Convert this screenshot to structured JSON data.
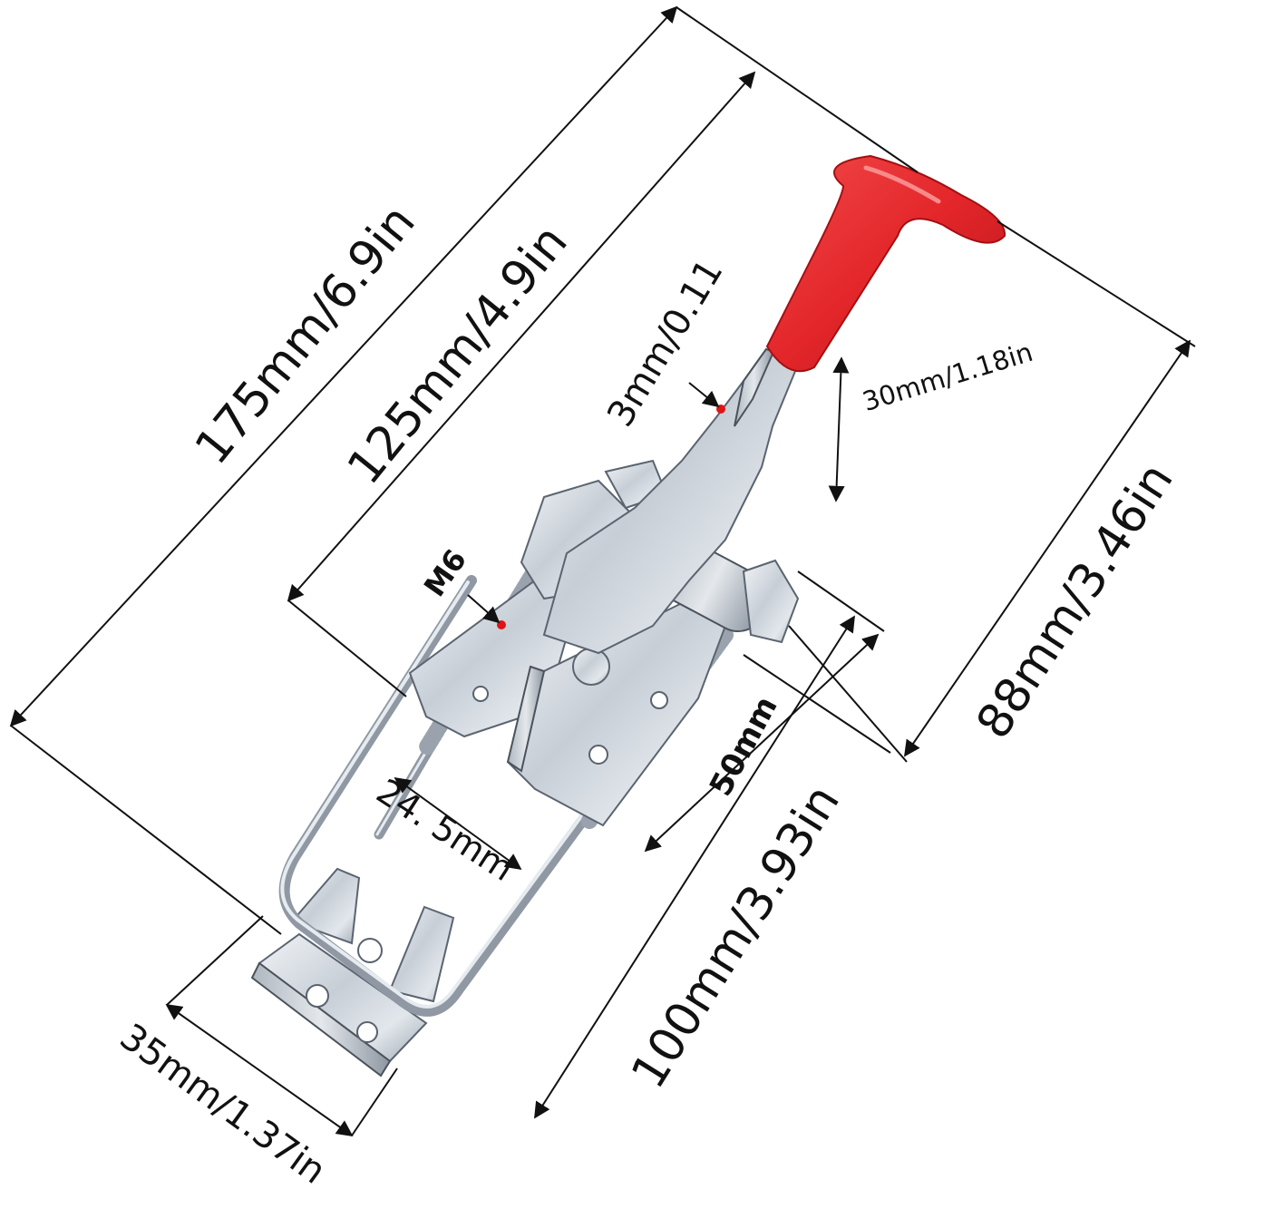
{
  "labels": {
    "overall_length": "175mm/6.9in",
    "inner_length": "125mm/4.9in",
    "thickness": "3mm/0.11",
    "handle_offset": "30mm/1.18in",
    "height": "88mm/3.46in",
    "thread": "M6",
    "plate_width": "50mm",
    "loop_width": "24. 5mm",
    "base_length": "100mm/3.93in",
    "base_width": "35mm/1.37in"
  },
  "colors": {
    "grip": "#e3262a",
    "metal": "#c9d0d8",
    "line": "#111111",
    "marker": "#e01414"
  }
}
